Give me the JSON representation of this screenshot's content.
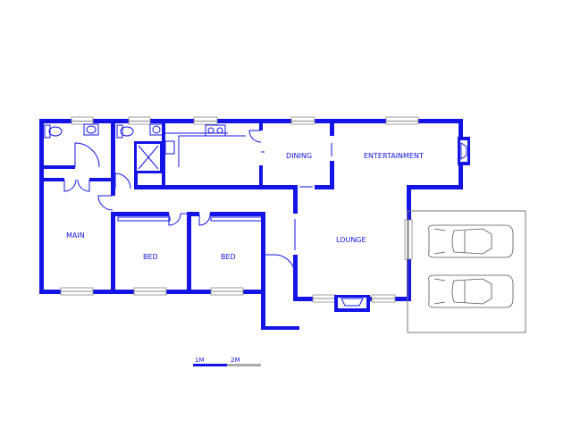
{
  "rooms": {
    "main": "MAIN",
    "bed1": "BED",
    "bed2": "BED",
    "dining": "DINING",
    "entertainment": "ENTERTAINMENT",
    "lounge": "LOUNGE"
  },
  "scale": {
    "label_1m": "1M",
    "label_2m": "2M"
  },
  "colors": {
    "wall": "#1414e6",
    "scale_grey": "#aaaaaa"
  }
}
